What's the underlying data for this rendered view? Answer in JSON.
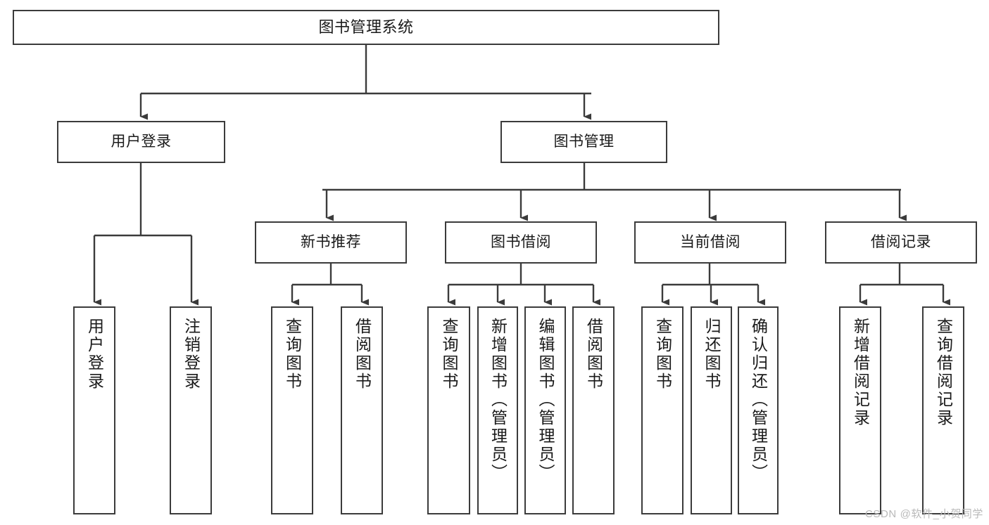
{
  "diagram": {
    "title": "图书管理系统",
    "type": "tree-structure-chart",
    "watermark": "CSDN @软件_小贺同学",
    "colors": {
      "background": "#ffffff",
      "node_border": "#3b3b3b",
      "node_fill": "#ffffff",
      "edge": "#3b3b3b",
      "text": "#1a1a1a",
      "watermark": "#b9b9b9"
    },
    "levels": {
      "root": {
        "label": "图书管理系统"
      },
      "level1": [
        {
          "id": "user-login",
          "label": "用户登录"
        },
        {
          "id": "book-management",
          "label": "图书管理"
        }
      ],
      "level2": [
        {
          "id": "new-book-recommend",
          "label": "新书推荐",
          "parent": "book-management"
        },
        {
          "id": "book-borrow",
          "label": "图书借阅",
          "parent": "book-management"
        },
        {
          "id": "current-borrow",
          "label": "当前借阅",
          "parent": "book-management"
        },
        {
          "id": "borrow-record",
          "label": "借阅记录",
          "parent": "book-management"
        }
      ],
      "leaves": {
        "user-login": [
          {
            "id": "leaf-user-login",
            "label": "用户登录"
          },
          {
            "id": "leaf-logout-login",
            "label": "注销登录"
          }
        ],
        "new-book-recommend": [
          {
            "id": "leaf-query-book-1",
            "label": "查询图书"
          },
          {
            "id": "leaf-borrow-book-1",
            "label": "借阅图书"
          }
        ],
        "book-borrow": [
          {
            "id": "leaf-query-book-2",
            "label": "查询图书"
          },
          {
            "id": "leaf-add-book",
            "label": "新增图书（管理员）"
          },
          {
            "id": "leaf-edit-book",
            "label": "编辑图书（管理员）"
          },
          {
            "id": "leaf-borrow-book-2",
            "label": "借阅图书"
          }
        ],
        "current-borrow": [
          {
            "id": "leaf-query-book-3",
            "label": "查询图书"
          },
          {
            "id": "leaf-return-book",
            "label": "归还图书"
          },
          {
            "id": "leaf-confirm-return",
            "label": "确认归还（管理员）"
          }
        ],
        "borrow-record": [
          {
            "id": "leaf-add-record",
            "label": "新增借阅记录"
          },
          {
            "id": "leaf-query-record",
            "label": "查询借阅记录"
          }
        ]
      }
    }
  }
}
